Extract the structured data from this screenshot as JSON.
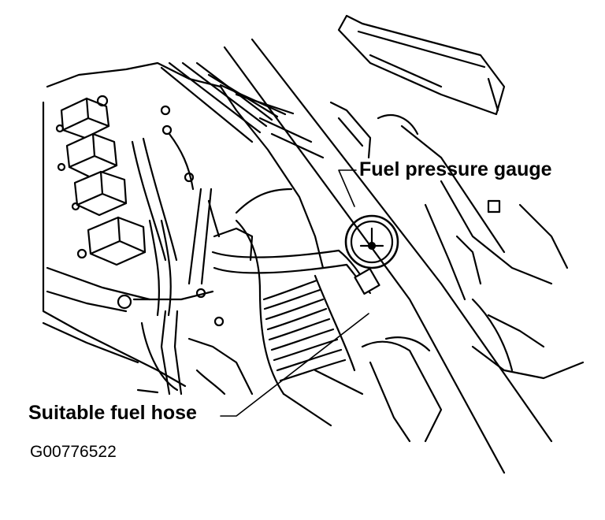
{
  "callouts": {
    "fuel_pressure_gauge": "Fuel pressure gauge",
    "suitable_fuel_hose": "Suitable fuel hose"
  },
  "figure_id": "G00776522",
  "colors": {
    "ink": "#000000",
    "paper": "#ffffff"
  }
}
